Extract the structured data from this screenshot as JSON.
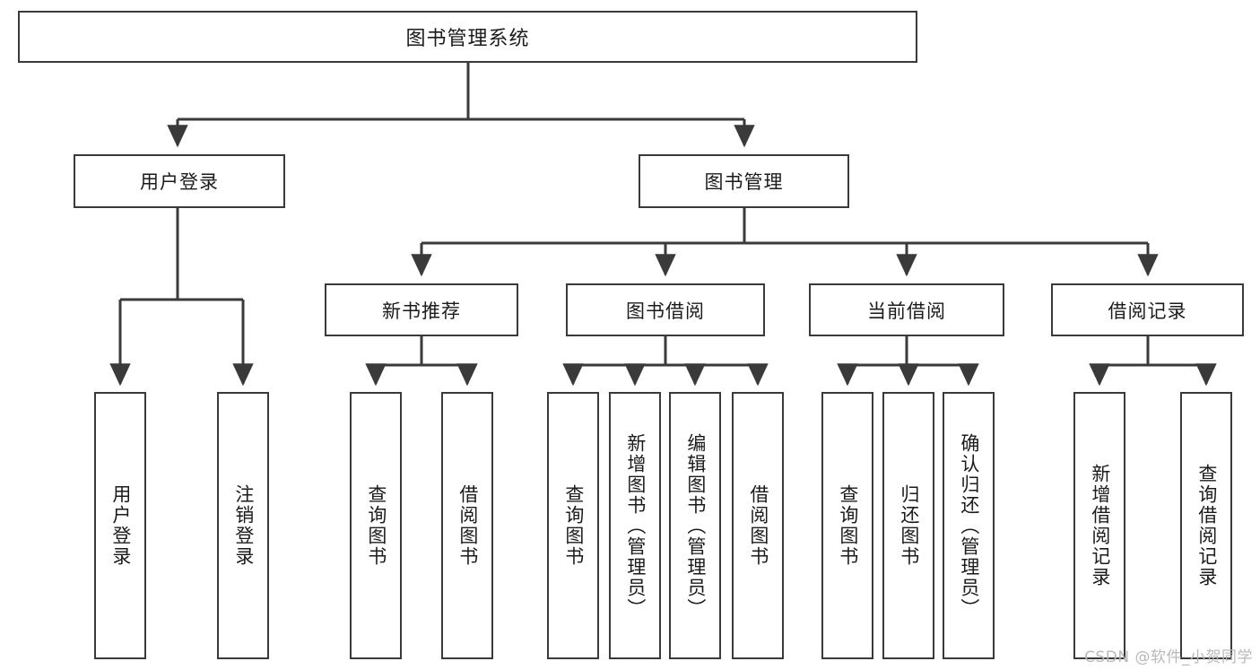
{
  "diagram": {
    "title": "图书管理系统",
    "watermark": "CSDN @软件_小贺同学",
    "colors": {
      "stroke": "#3a3a3a",
      "background": "#ffffff",
      "text": "#1b1b1b",
      "watermark": "#b9b9b9"
    },
    "root": {
      "label": "图书管理系统"
    },
    "level2": [
      {
        "label": "用户登录"
      },
      {
        "label": "图书管理"
      }
    ],
    "level3": [
      {
        "label": "新书推荐"
      },
      {
        "label": "图书借阅"
      },
      {
        "label": "当前借阅"
      },
      {
        "label": "借阅记录"
      }
    ],
    "leaves": {
      "user_login": [
        {
          "label": "用户登录"
        },
        {
          "label": "注销登录"
        }
      ],
      "new_book_recommend": [
        {
          "label": "查询图书"
        },
        {
          "label": "借阅图书"
        }
      ],
      "book_borrow": [
        {
          "label": "查询图书"
        },
        {
          "label": "新增图书（管理员）"
        },
        {
          "label": "编辑图书（管理员）"
        },
        {
          "label": "借阅图书"
        }
      ],
      "current_borrow": [
        {
          "label": "查询图书"
        },
        {
          "label": "归还图书"
        },
        {
          "label": "确认归还（管理员）"
        }
      ],
      "borrow_record": [
        {
          "label": "新增借阅记录"
        },
        {
          "label": "查询借阅记录"
        }
      ]
    }
  }
}
